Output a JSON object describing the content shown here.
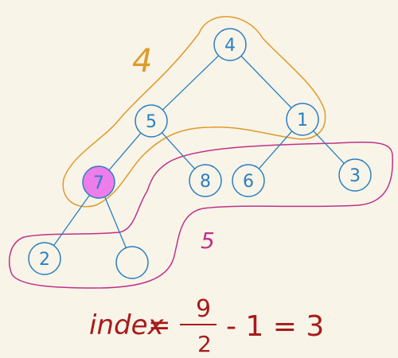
{
  "diagram": {
    "nodes": [
      {
        "id": "n4",
        "label": "4",
        "highlighted": false
      },
      {
        "id": "n5",
        "label": "5",
        "highlighted": false
      },
      {
        "id": "n1",
        "label": "1",
        "highlighted": false
      },
      {
        "id": "n7",
        "label": "7",
        "highlighted": true
      },
      {
        "id": "n8",
        "label": "8",
        "highlighted": false
      },
      {
        "id": "n6",
        "label": "6",
        "highlighted": false
      },
      {
        "id": "n3",
        "label": "3",
        "highlighted": false
      },
      {
        "id": "n2",
        "label": "2",
        "highlighted": false
      },
      {
        "id": "nEmpty",
        "label": "",
        "highlighted": false
      }
    ],
    "edges": [
      [
        "n4",
        "n5"
      ],
      [
        "n4",
        "n1"
      ],
      [
        "n5",
        "n7"
      ],
      [
        "n5",
        "n8"
      ],
      [
        "n1",
        "n6"
      ],
      [
        "n1",
        "n3"
      ],
      [
        "n7",
        "n2"
      ],
      [
        "n7",
        "nEmpty"
      ]
    ],
    "annotations": {
      "orange_label": "4",
      "magenta_label": "5",
      "formula": {
        "prefix": "index",
        "numerator": "9",
        "denominator": "2",
        "rest": "- 1 = 3"
      }
    },
    "colors": {
      "background": "#f8f4e8",
      "node_stroke": "#2a7fc0",
      "node_text": "#2a7fc0",
      "highlight_fill": "#ee7cea",
      "orange": "#e09a2a",
      "magenta": "#c0308a",
      "formula": "#a81a1a"
    }
  }
}
